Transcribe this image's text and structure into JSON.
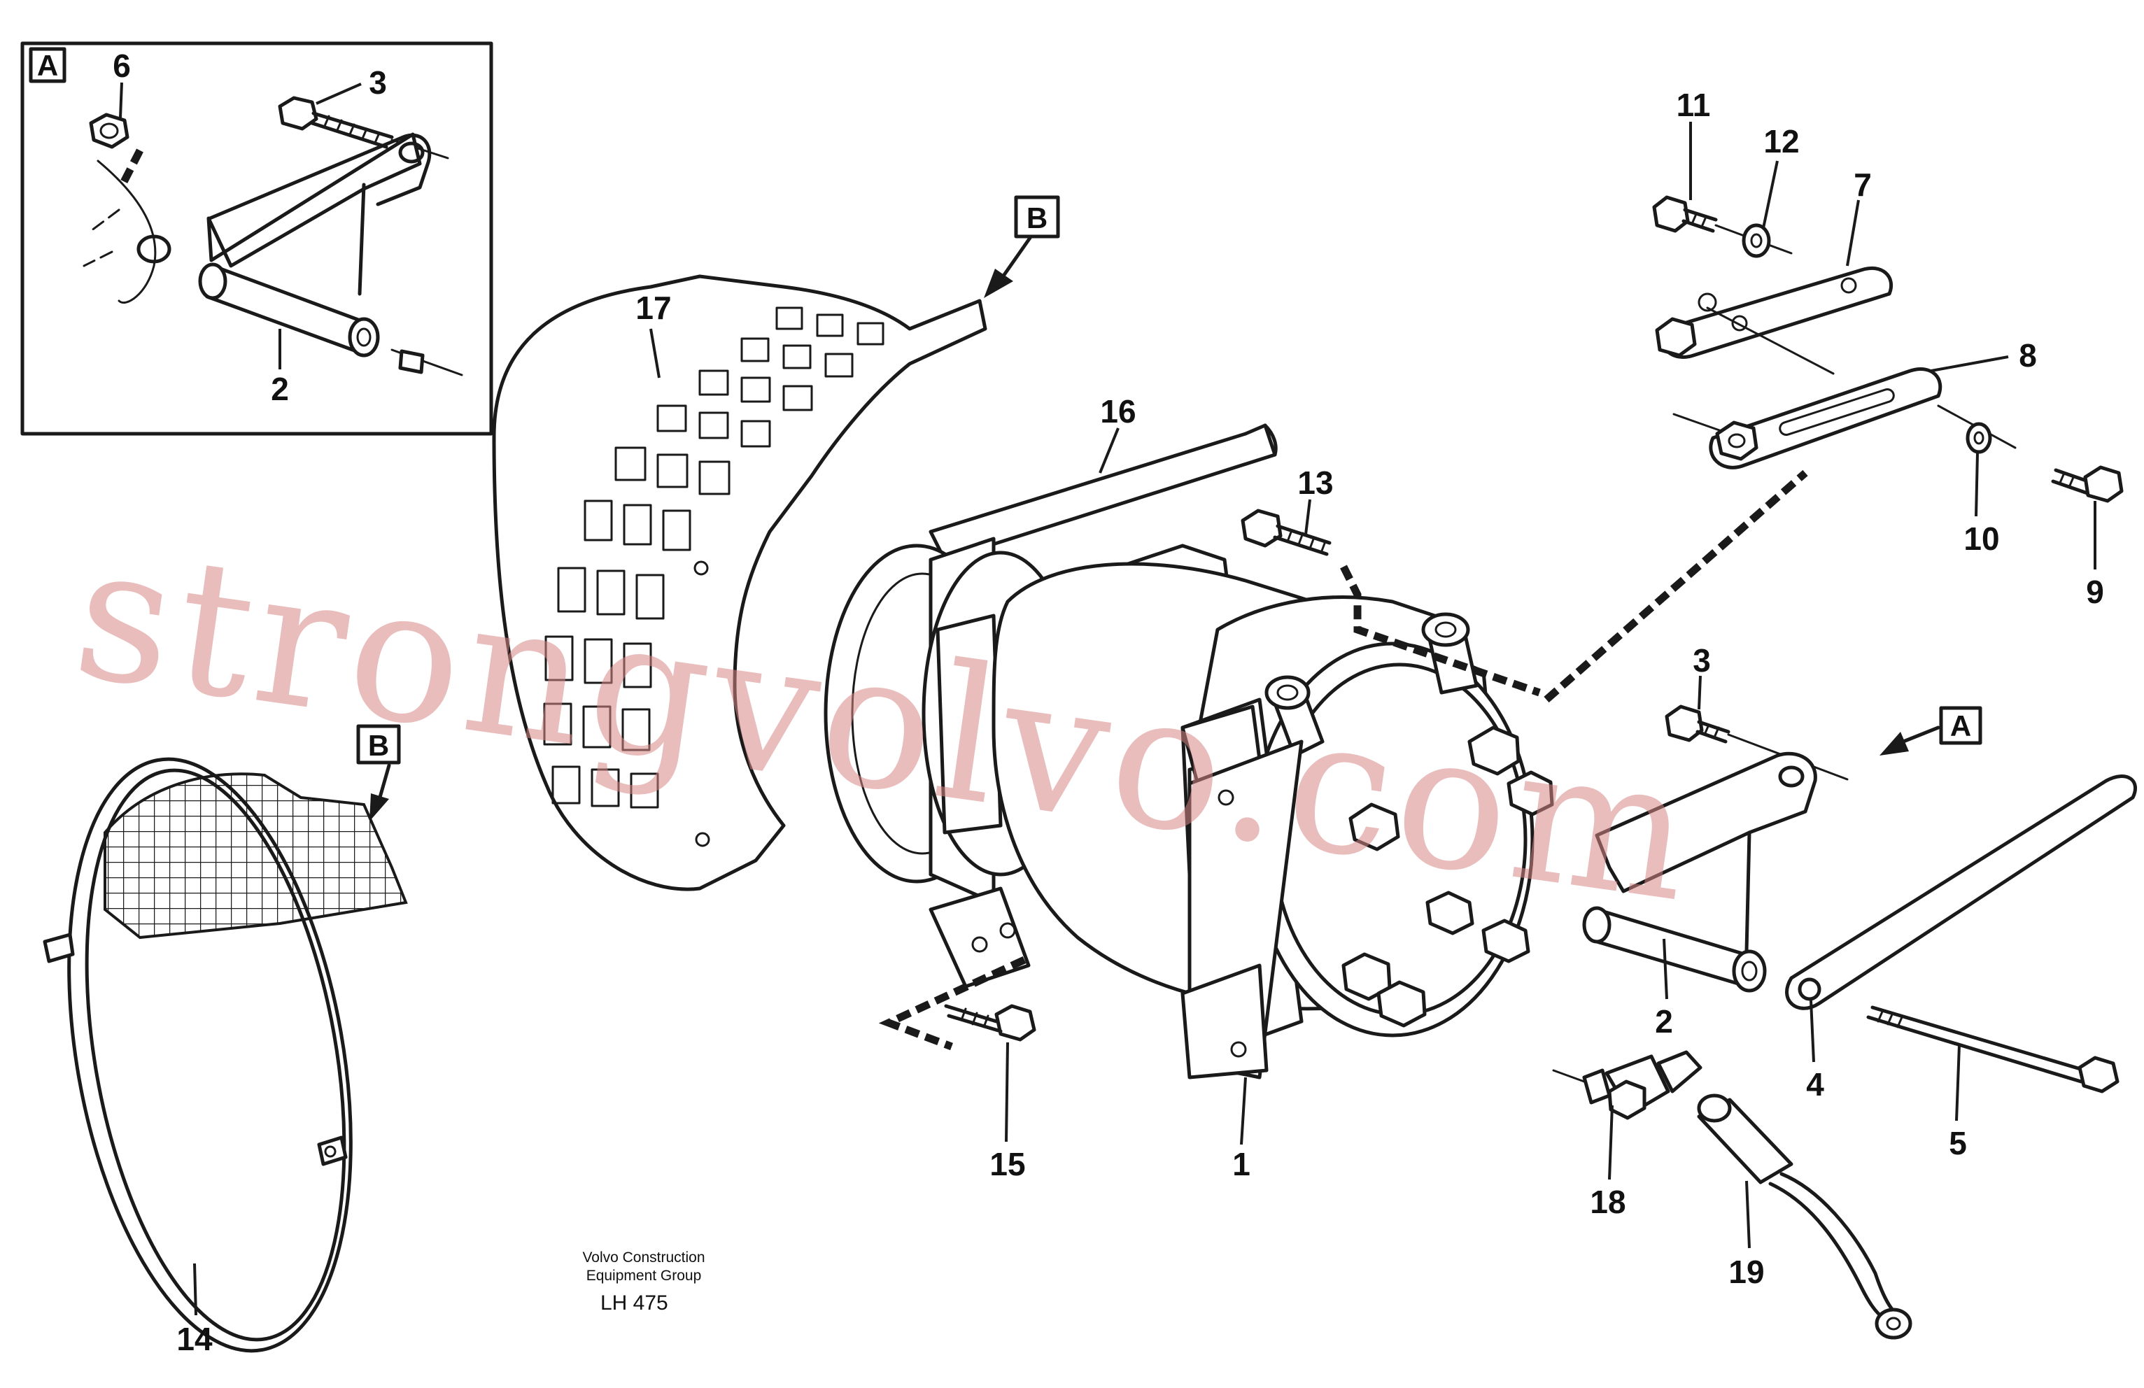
{
  "callouts": {
    "c1": "1",
    "c2": "2",
    "c3": "3",
    "c4": "4",
    "c5": "5",
    "c6": "6",
    "c7": "7",
    "c8": "8",
    "c9": "9",
    "c10": "10",
    "c11": "11",
    "c12": "12",
    "c13": "13",
    "c14": "14",
    "c15": "15",
    "c16": "16",
    "c17": "17",
    "c18": "18",
    "c19": "19"
  },
  "view_refs": {
    "a": "A",
    "b": "B"
  },
  "footer": {
    "line1": "Volvo Construction",
    "line2": "Equipment Group",
    "code": "LH 475"
  },
  "watermark": "strongvolvo.com"
}
